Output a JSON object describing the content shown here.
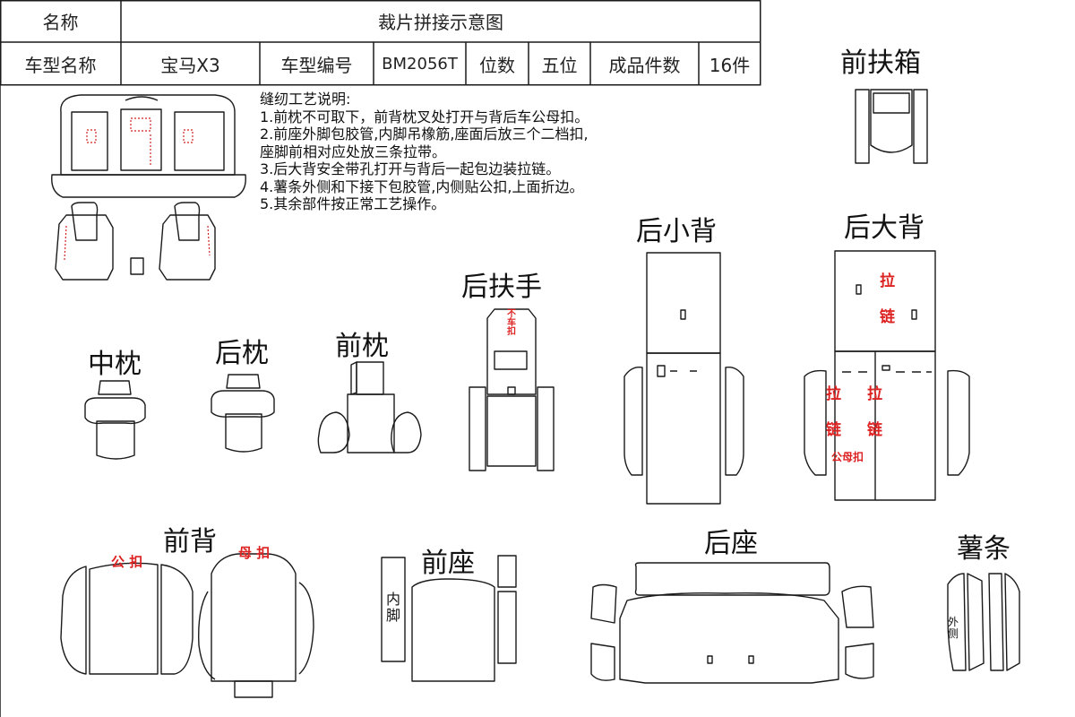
{
  "header": {
    "name_label": "名称",
    "diagram_title": "裁片拼接示意图",
    "model_name_label": "车型名称",
    "model_name": "宝马X3",
    "model_code_label": "车型编号",
    "model_code": "BM2056T",
    "seats_label": "位数",
    "seats": "五位",
    "pieces_label": "成品件数",
    "pieces": "16件"
  },
  "notes": {
    "title": "缝纫工艺说明:",
    "lines": [
      "1.前枕不可取下，前背枕叉处打开与背后车公母扣。",
      "2.前座外脚包胶管,内脚吊橡筋,座面后放三个二档扣,",
      "座脚前相对应处放三条拉带。",
      "3.后大背安全带孔打开与背后一起包边装拉链。",
      "4.薯条外侧和下接下包胶管,内侧贴公扣,上面折边。",
      "5.其余部件按正常工艺操作。"
    ]
  },
  "parts": {
    "front_armrest_box": "前扶箱",
    "rear_small_back": "后小背",
    "rear_big_back": "后大背",
    "rear_armrest": "后扶手",
    "middle_pillow": "中枕",
    "rear_pillow": "后枕",
    "front_pillow": "前枕",
    "front_back": "前背",
    "front_seat": "前座",
    "rear_seat": "后座",
    "side_strip": "薯条"
  },
  "marks": {
    "zip_1": "拉",
    "zip_2": "链",
    "zip_left_1": "拉",
    "zip_left_2": "链",
    "zip_mid_1": "拉",
    "zip_mid_2": "链",
    "male_female_button": "公母扣",
    "male_button": "公 扣",
    "female_button": "母 扣",
    "inner_foot": "内\n脚",
    "outer_side": "外\n侧",
    "armrest_note": "不\n车\n扣"
  },
  "colors": {
    "line": "#1a1a1a",
    "mark_red": "#d22222"
  }
}
